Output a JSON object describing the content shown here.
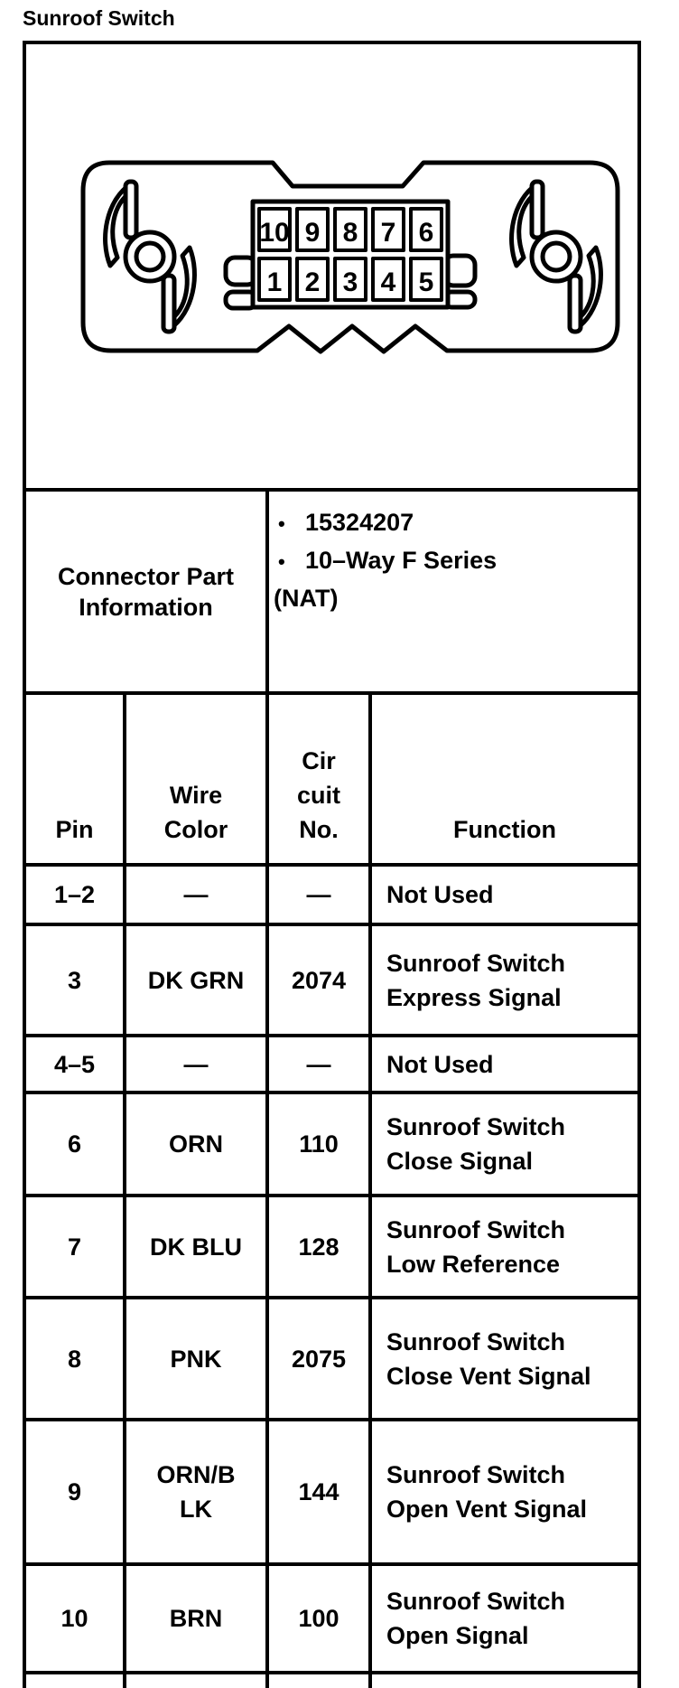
{
  "page_title": "Sunroof Switch",
  "colors": {
    "ink": "#000000",
    "paper": "#ffffff"
  },
  "connector": {
    "part_info_label": "Connector Part\nInformation",
    "bullet_glyph": "•",
    "part_numbers": [
      "15324207",
      "10–Way F Series"
    ],
    "part_numbers_continuation": "(NAT)",
    "pin_rows_top": [
      "10",
      "9",
      "8",
      "7",
      "6"
    ],
    "pin_rows_bottom": [
      "1",
      "2",
      "3",
      "4",
      "5"
    ]
  },
  "pin_table": {
    "headers": {
      "pin": "Pin",
      "wire_color": "Wire\nColor",
      "circuit_no": "Cir\ncuit\nNo.",
      "function": "Function"
    },
    "rows": [
      {
        "pin": "1–2",
        "wire_color": "—",
        "circuit_no": "—",
        "function": "Not Used"
      },
      {
        "pin": "3",
        "wire_color": "DK GRN",
        "circuit_no": "2074",
        "function": "Sunroof Switch\nExpress Signal"
      },
      {
        "pin": "4–5",
        "wire_color": "—",
        "circuit_no": "—",
        "function": "Not Used"
      },
      {
        "pin": "6",
        "wire_color": "ORN",
        "circuit_no": "110",
        "function": "Sunroof Switch\nClose Signal"
      },
      {
        "pin": "7",
        "wire_color": "DK BLU",
        "circuit_no": "128",
        "function": "Sunroof Switch\nLow Reference"
      },
      {
        "pin": "8",
        "wire_color": "PNK",
        "circuit_no": "2075",
        "function": "Sunroof Switch\nClose Vent Signal"
      },
      {
        "pin": "9",
        "wire_color": "ORN/B\nLK",
        "circuit_no": "144",
        "function": "Sunroof Switch\nOpen Vent Signal"
      },
      {
        "pin": "10",
        "wire_color": "BRN",
        "circuit_no": "100",
        "function": "Sunroof Switch\nOpen Signal"
      }
    ]
  }
}
